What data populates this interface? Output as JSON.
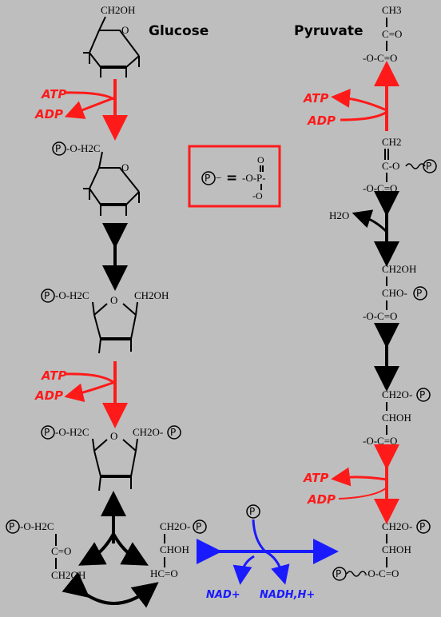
{
  "labels": {
    "glucose": "Glucose",
    "pyruvate": "Pyruvate"
  },
  "cofactors": {
    "atp": "ATP",
    "adp": "ADP",
    "nad": "NAD+",
    "nadh": "NADH,H+",
    "h2o": "H2O"
  },
  "legend": {
    "p_symbol": "P",
    "equals": "=",
    "phosphate": "-O-P-"
  },
  "molecules": {
    "glucose_ch2oh": "CH2OH",
    "g6p_prefix": "-O-H2C",
    "f6p_left": "-O-H2C",
    "f6p_right": "CH2OH",
    "f16bp_left": "-O-H2C",
    "f16bp_right": "CH2O-",
    "dhap_top": "-O-H2C",
    "dhap_mid": "C=O",
    "dhap_bottom": "CH2OH",
    "gap_top": "CH2O-",
    "gap_mid": "CHOH",
    "gap_bottom": "HC=O",
    "bpg_top": "CH2O-",
    "bpg_mid": "CHOH",
    "bpg_bottom": "-O-C=O",
    "pg3_top": "CH2O-",
    "pg3_mid": "CHOH",
    "pg3_bottom": "-O-C=O",
    "pg2_top": "CH2OH",
    "pg2_mid": "CHO-",
    "pg2_bottom": "-O-C=O",
    "pep_top": "CH2",
    "pep_mid": "C-O",
    "pep_bottom": "-O-C=O",
    "pyr_top": "CH3",
    "pyr_mid": "C=O",
    "pyr_bottom": "-O-C=O"
  },
  "colors": {
    "background": "#bebebe",
    "red": "#ff1a1a",
    "blue": "#1a1aff",
    "black": "#000000"
  }
}
